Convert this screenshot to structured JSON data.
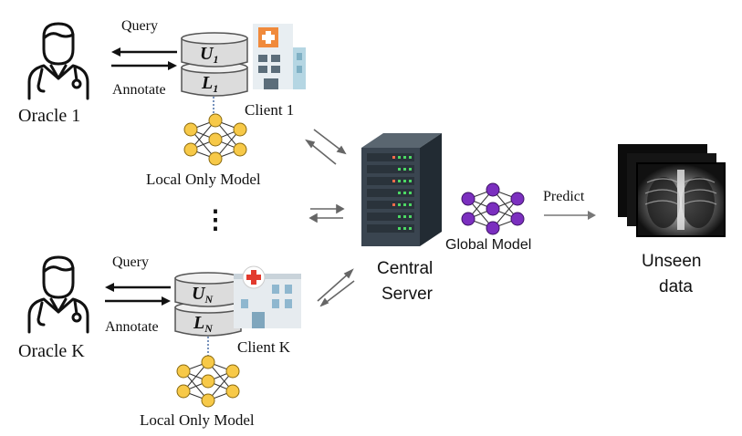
{
  "client1": {
    "oracle_label": "Oracle 1",
    "query_label": "Query",
    "annotate_label": "Annotate",
    "unlabeled_main": "U",
    "unlabeled_sub": "1",
    "labeled_main": "L",
    "labeled_sub": "1",
    "client_label": "Client 1",
    "model_label": "Local Only Model"
  },
  "ellipsis": "⋮",
  "clientK": {
    "oracle_label": "Oracle K",
    "query_label": "Query",
    "annotate_label": "Annotate",
    "unlabeled_main": "U",
    "unlabeled_sub": "N",
    "labeled_main": "L",
    "labeled_sub": "N",
    "client_label": "Client K",
    "model_label": "Local Only Model"
  },
  "server": {
    "label_line1": "Central",
    "label_line2": "Server",
    "global_model_label": "Global Model",
    "predict_label": "Predict"
  },
  "unseen": {
    "label_line1": "Unseen",
    "label_line2": "data"
  },
  "colors": {
    "local_node": "#f7c948",
    "global_node": "#7b2fbf",
    "red_cross": "#e23a2e",
    "orange_cross": "#f08a3c",
    "server_dark": "#2e3a45",
    "led_green": "#4cd964"
  },
  "icons": [
    "doctor-icon",
    "database-icon",
    "hospital-icon",
    "neural-network-icon",
    "server-icon",
    "xray-icon"
  ]
}
